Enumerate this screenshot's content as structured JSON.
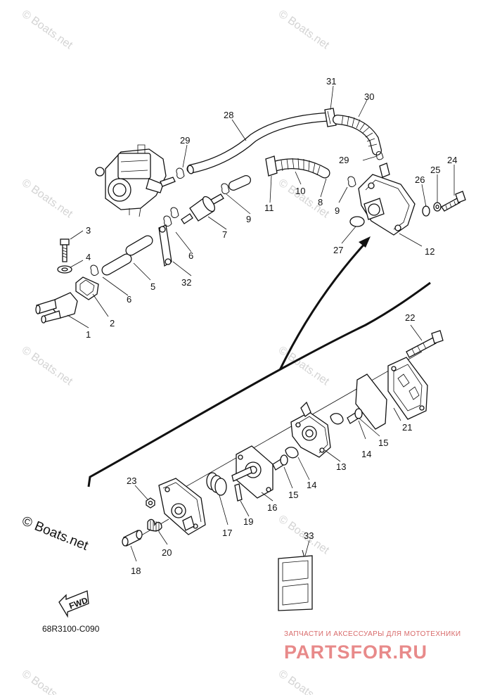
{
  "watermark_text": "© Boats.net",
  "copyright_text": "© Boats.net",
  "diagram_code": "68R3100-C090",
  "fwd_text": "FWD",
  "branding": {
    "subtitle": "ЗАПЧАСТИ И АКСЕССУАРЫ ДЛЯ МОТОТЕХНИКИ",
    "name": "PARTSFOR.RU"
  },
  "part_labels": [
    "1",
    "2",
    "3",
    "4",
    "5",
    "6",
    "6",
    "7",
    "8",
    "9",
    "9",
    "10",
    "11",
    "12",
    "13",
    "14",
    "14",
    "15",
    "15",
    "16",
    "17",
    "18",
    "19",
    "20",
    "21",
    "22",
    "23",
    "24",
    "25",
    "26",
    "27",
    "28",
    "29",
    "29",
    "30",
    "31",
    "32",
    "33"
  ],
  "colors": {
    "line": "#111111",
    "watermark": "#d4d4d4",
    "brand": "#e88a8a"
  }
}
